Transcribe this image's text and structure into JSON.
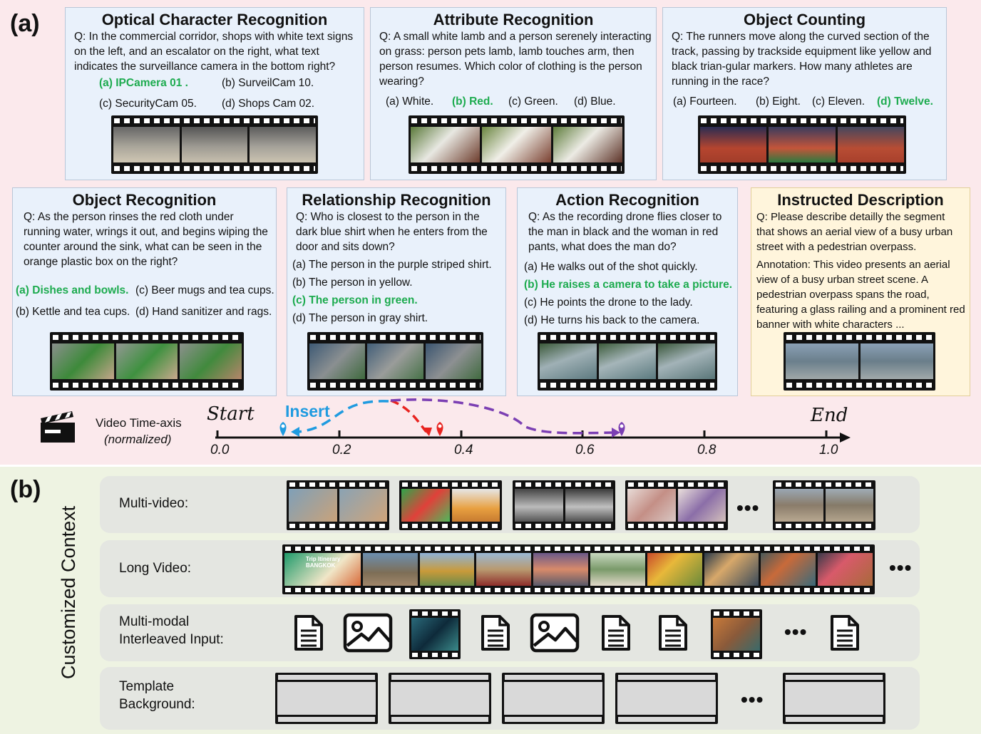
{
  "panel_a": {
    "letter": "(a)",
    "cards": [
      {
        "title": "Optical Character Recognition",
        "question": "Q: In the commercial corridor, shops with white text signs on the left, and an escalator on the right, what text indicates the surveillance camera in the bottom right?",
        "options": [
          "(a) IPCamera 01 .",
          "(b) SurveilCam 10.",
          "(c) SecurityCam 05.",
          "(d) Shops Cam 02."
        ]
      },
      {
        "title": "Attribute Recognition",
        "question": "Q: A small white lamb and a person serenely interacting on grass: person pets lamb, lamb touches arm, then person resumes. Which color of clothing is the person wearing?",
        "options": [
          "(a) White.",
          "(b) Red.",
          "(c) Green.",
          "(d) Blue."
        ]
      },
      {
        "title": "Object Counting",
        "question": "Q: The runners move along the curved section of the track, passing by trackside equipment like yellow and black trian-gular markers. How many athletes are running in the race?",
        "options": [
          "(a) Fourteen.",
          "(b) Eight.",
          "(c) Eleven.",
          "(d) Twelve."
        ]
      },
      {
        "title": "Object Recognition",
        "question": "Q: As the person rinses the red cloth under running water, wrings it out, and begins wiping the counter around the sink, what can be seen in the orange plastic box on the right?",
        "options": [
          "(a) Dishes and bowls.",
          "(c) Beer mugs and tea cups.",
          "(b) Kettle and tea cups.",
          "(d) Hand sanitizer and rags."
        ]
      },
      {
        "title": "Relationship Recognition",
        "question": "Q: Who is closest to the person in the dark blue shirt when he enters from the door and sits down?",
        "options": [
          "(a) The person in the purple striped shirt.",
          "(b) The person in yellow.",
          "(c) The person in green.",
          "(d) The person in gray shirt."
        ]
      },
      {
        "title": "Action Recognition",
        "question": "Q: As the recording drone flies closer to the man in black and the woman in red pants, what does the man do?",
        "options": [
          "(a) He walks out of the shot quickly.",
          "(b) He raises a camera to take a picture.",
          "(c) He points the drone to the lady.",
          "(d) He turns his back to the camera."
        ]
      },
      {
        "title": "Instructed Description",
        "question": "Q: Please describe detailly the segment that shows an aerial view of a busy urban street with a pedestrian overpass.",
        "annotation": "Annotation: This video presents an aerial view of a busy urban street scene. A pedestrian overpass spans the road, featuring a glass railing and a prominent red banner with white characters ..."
      }
    ],
    "timeline": {
      "label_line1": "Video Time-axis",
      "label_line2": "(normalized)",
      "start": "Start",
      "end": "End",
      "insert": "Insert",
      "ticks": [
        "0.0",
        "0.2",
        "0.4",
        "0.6",
        "0.8",
        "1.0"
      ]
    }
  },
  "panel_b": {
    "letter": "(b)",
    "side_label": "Customized Context",
    "rows": [
      {
        "label_line1": "Multi-video:",
        "label_line2": ""
      },
      {
        "label_line1": "Long Video:",
        "label_line2": ""
      },
      {
        "label_line1": "Multi-modal",
        "label_line2": "Interleaved Input:"
      },
      {
        "label_line1": "Template",
        "label_line2": "Background:"
      }
    ],
    "ellipsis": "•••",
    "long_video_caption": "Trip Itinerary BANGKOK"
  },
  "colors": {
    "correct": "#1dab4f",
    "insert_blue": "#1f9be0",
    "red_marker": "#e8231f",
    "purple_marker": "#7b3fb3"
  }
}
